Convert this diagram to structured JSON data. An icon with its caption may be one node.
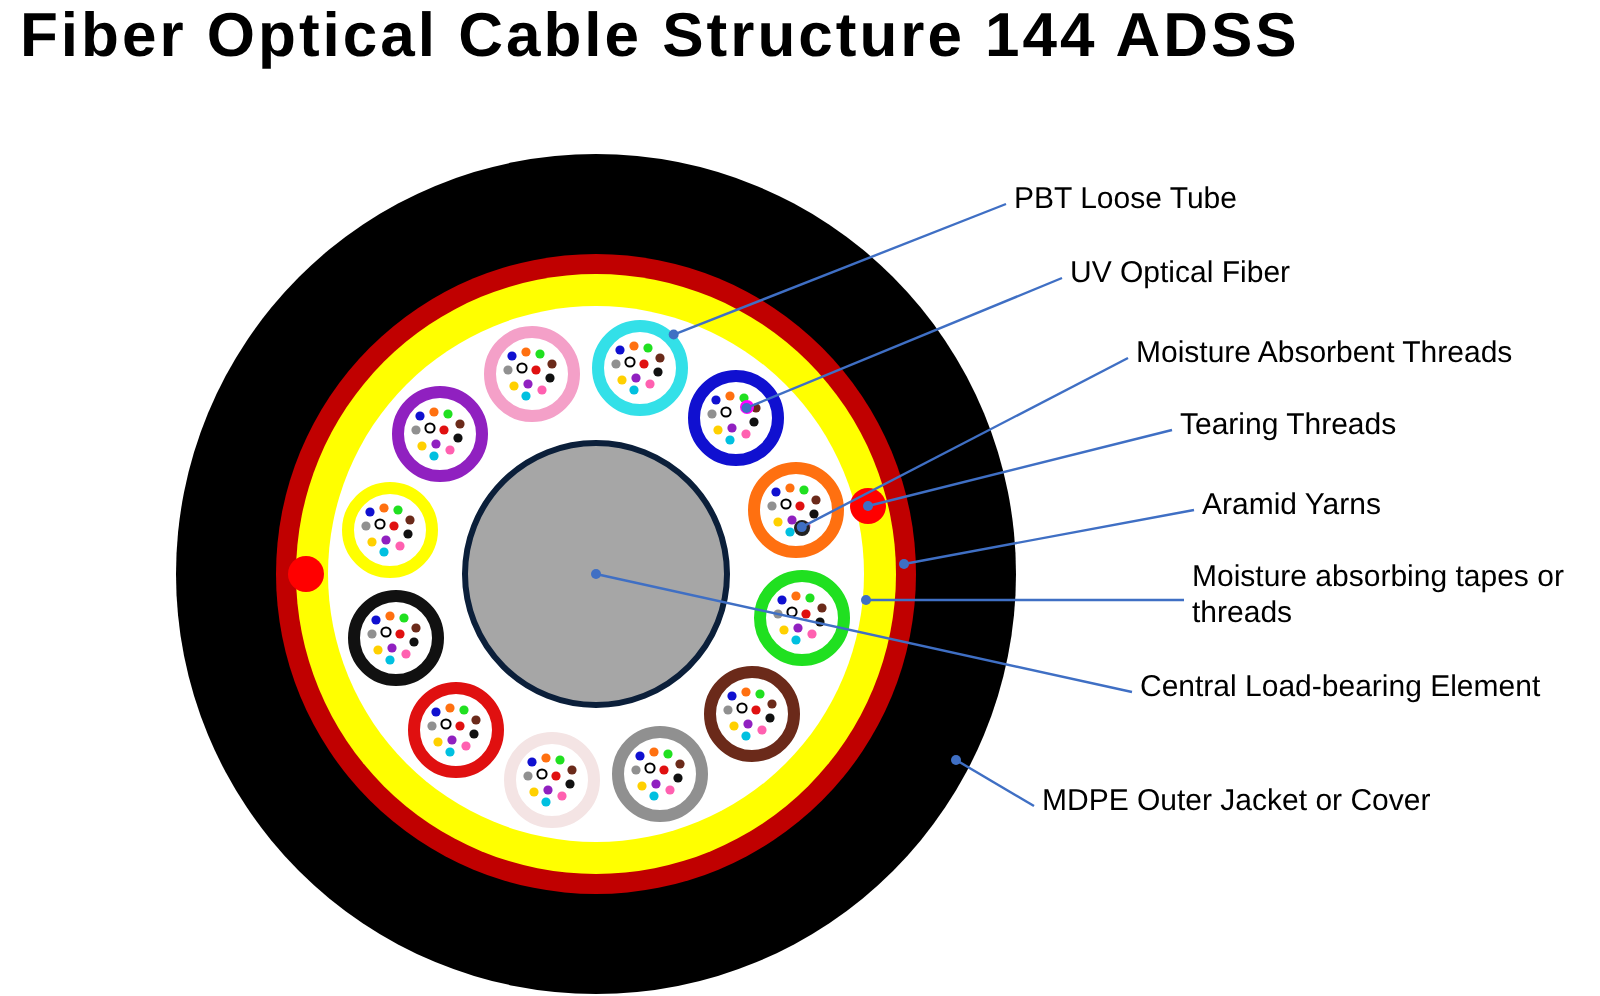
{
  "diagram": {
    "title": "Fiber Optical Cable Structure 144 ADSS",
    "nodes": [
      {
        "text": [
          "PBT Loose Tube"
        ]
      },
      {
        "text": [
          "UV Optical Fiber"
        ]
      },
      {
        "text": [
          "Moisture Absorbent Threads"
        ]
      },
      {
        "text": [
          "Tearing Threads"
        ]
      },
      {
        "text": [
          "Aramid Yarns"
        ]
      },
      {
        "text": [
          "Moisture absorbing tapes or threads"
        ]
      },
      {
        "text": [
          "Central Load-bearing Element"
        ]
      },
      {
        "text": [
          "MDPE Outer Jacket or Cover"
        ]
      },
      {
        "text": [],
        "shape": "circle"
      },
      {
        "text": [],
        "shape": "circle",
        "in": 8
      },
      {
        "text": [],
        "shape": "circle",
        "in": 9
      },
      {
        "text": [],
        "shape": "circle",
        "in": 10
      },
      {
        "text": [],
        "shape": "circle",
        "in": 10
      },
      {
        "text": [],
        "shape": "circle",
        "in": 10
      },
      {
        "text": [],
        "shape": "circle",
        "in": 10
      },
      {
        "text": [],
        "shape": "circle",
        "in": 10
      },
      {
        "text": [],
        "shape": "circle",
        "in": 10
      },
      {
        "text": [],
        "shape": "circle",
        "in": 10
      },
      {
        "text": [],
        "shape": "circle",
        "in": 10
      },
      {
        "text": [],
        "shape": "circle",
        "in": 10
      },
      {
        "text": [],
        "shape": "circle",
        "in": 10
      },
      {
        "text": [],
        "shape": "circle",
        "in": 10
      },
      {
        "text": [],
        "shape": "circle",
        "in": 10
      },
      {
        "text": [],
        "shape": "circle",
        "in": 10
      },
      {
        "text": [],
        "shape": "circle",
        "in": 10
      },
      {
        "text": [],
        "shape": "circle",
        "in": 10
      },
      {
        "text": [],
        "shape": "circle",
        "in": 16
      },
      {
        "text": [],
        "shape": "circle",
        "in": 18
      }
    ],
    "edges": [
      {
        "from": 0,
        "to": 14,
        "arrow": "other"
      },
      {
        "from": 1,
        "to": 26,
        "arrow": "other"
      },
      {
        "from": 2,
        "to": 27,
        "arrow": "other"
      },
      {
        "from": 3,
        "to": 12,
        "arrow": "other"
      },
      {
        "from": 4,
        "to": 9,
        "arrow": "other"
      },
      {
        "from": 5,
        "to": 10,
        "arrow": "other"
      },
      {
        "from": 6,
        "to": 13,
        "arrow": "other"
      },
      {
        "from": 7,
        "to": 8,
        "arrow": "other"
      }
    ]
  }
}
